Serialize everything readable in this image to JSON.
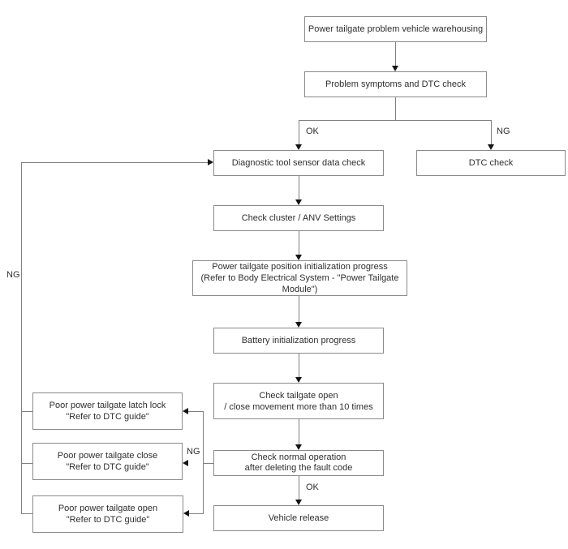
{
  "diagram": {
    "type": "flowchart",
    "subject": "Power tailgate troubleshooting flow",
    "nodes": {
      "warehousing": {
        "text": "Power tailgate problem vehicle warehousing"
      },
      "symptoms": {
        "text": "Problem symptoms and DTC check"
      },
      "diag_tool": {
        "text": "Diagnostic tool sensor data check"
      },
      "dtc_check": {
        "text": "DTC check"
      },
      "cluster": {
        "text": "Check cluster / ANV Settings"
      },
      "position_init": {
        "line1": "Power tailgate position initialization progress",
        "line2": "(Refer to Body Electrical System - \"Power Tailgate Module\")"
      },
      "battery_init": {
        "text": "Battery initialization progress"
      },
      "tailgate_cycle": {
        "line1": "Check tailgate open",
        "line2": "/ close movement more than 10 times"
      },
      "latch_lock": {
        "line1": "Poor power tailgate latch lock",
        "line2": "\"Refer to DTC guide\""
      },
      "poor_close": {
        "line1": "Poor power tailgate close",
        "line2": "\"Refer to DTC guide\""
      },
      "poor_open": {
        "line1": "Poor power tailgate open",
        "line2": "\"Refer to DTC guide\""
      },
      "normal_op": {
        "line1": "Check normal operation",
        "line2": "after deleting the fault code"
      },
      "vehicle_release": {
        "text": "Vehicle release"
      }
    },
    "labels": {
      "ok_branch": "OK",
      "ng_branch": "NG",
      "ok_release": "OK",
      "ng_fault": "NG",
      "ng_loop": "NG"
    },
    "colors": {
      "background": "#ffffff",
      "box_border": "#8a8a8a",
      "line": "#808080",
      "arrowhead": "#141414",
      "text": "#2e2e2e"
    }
  }
}
